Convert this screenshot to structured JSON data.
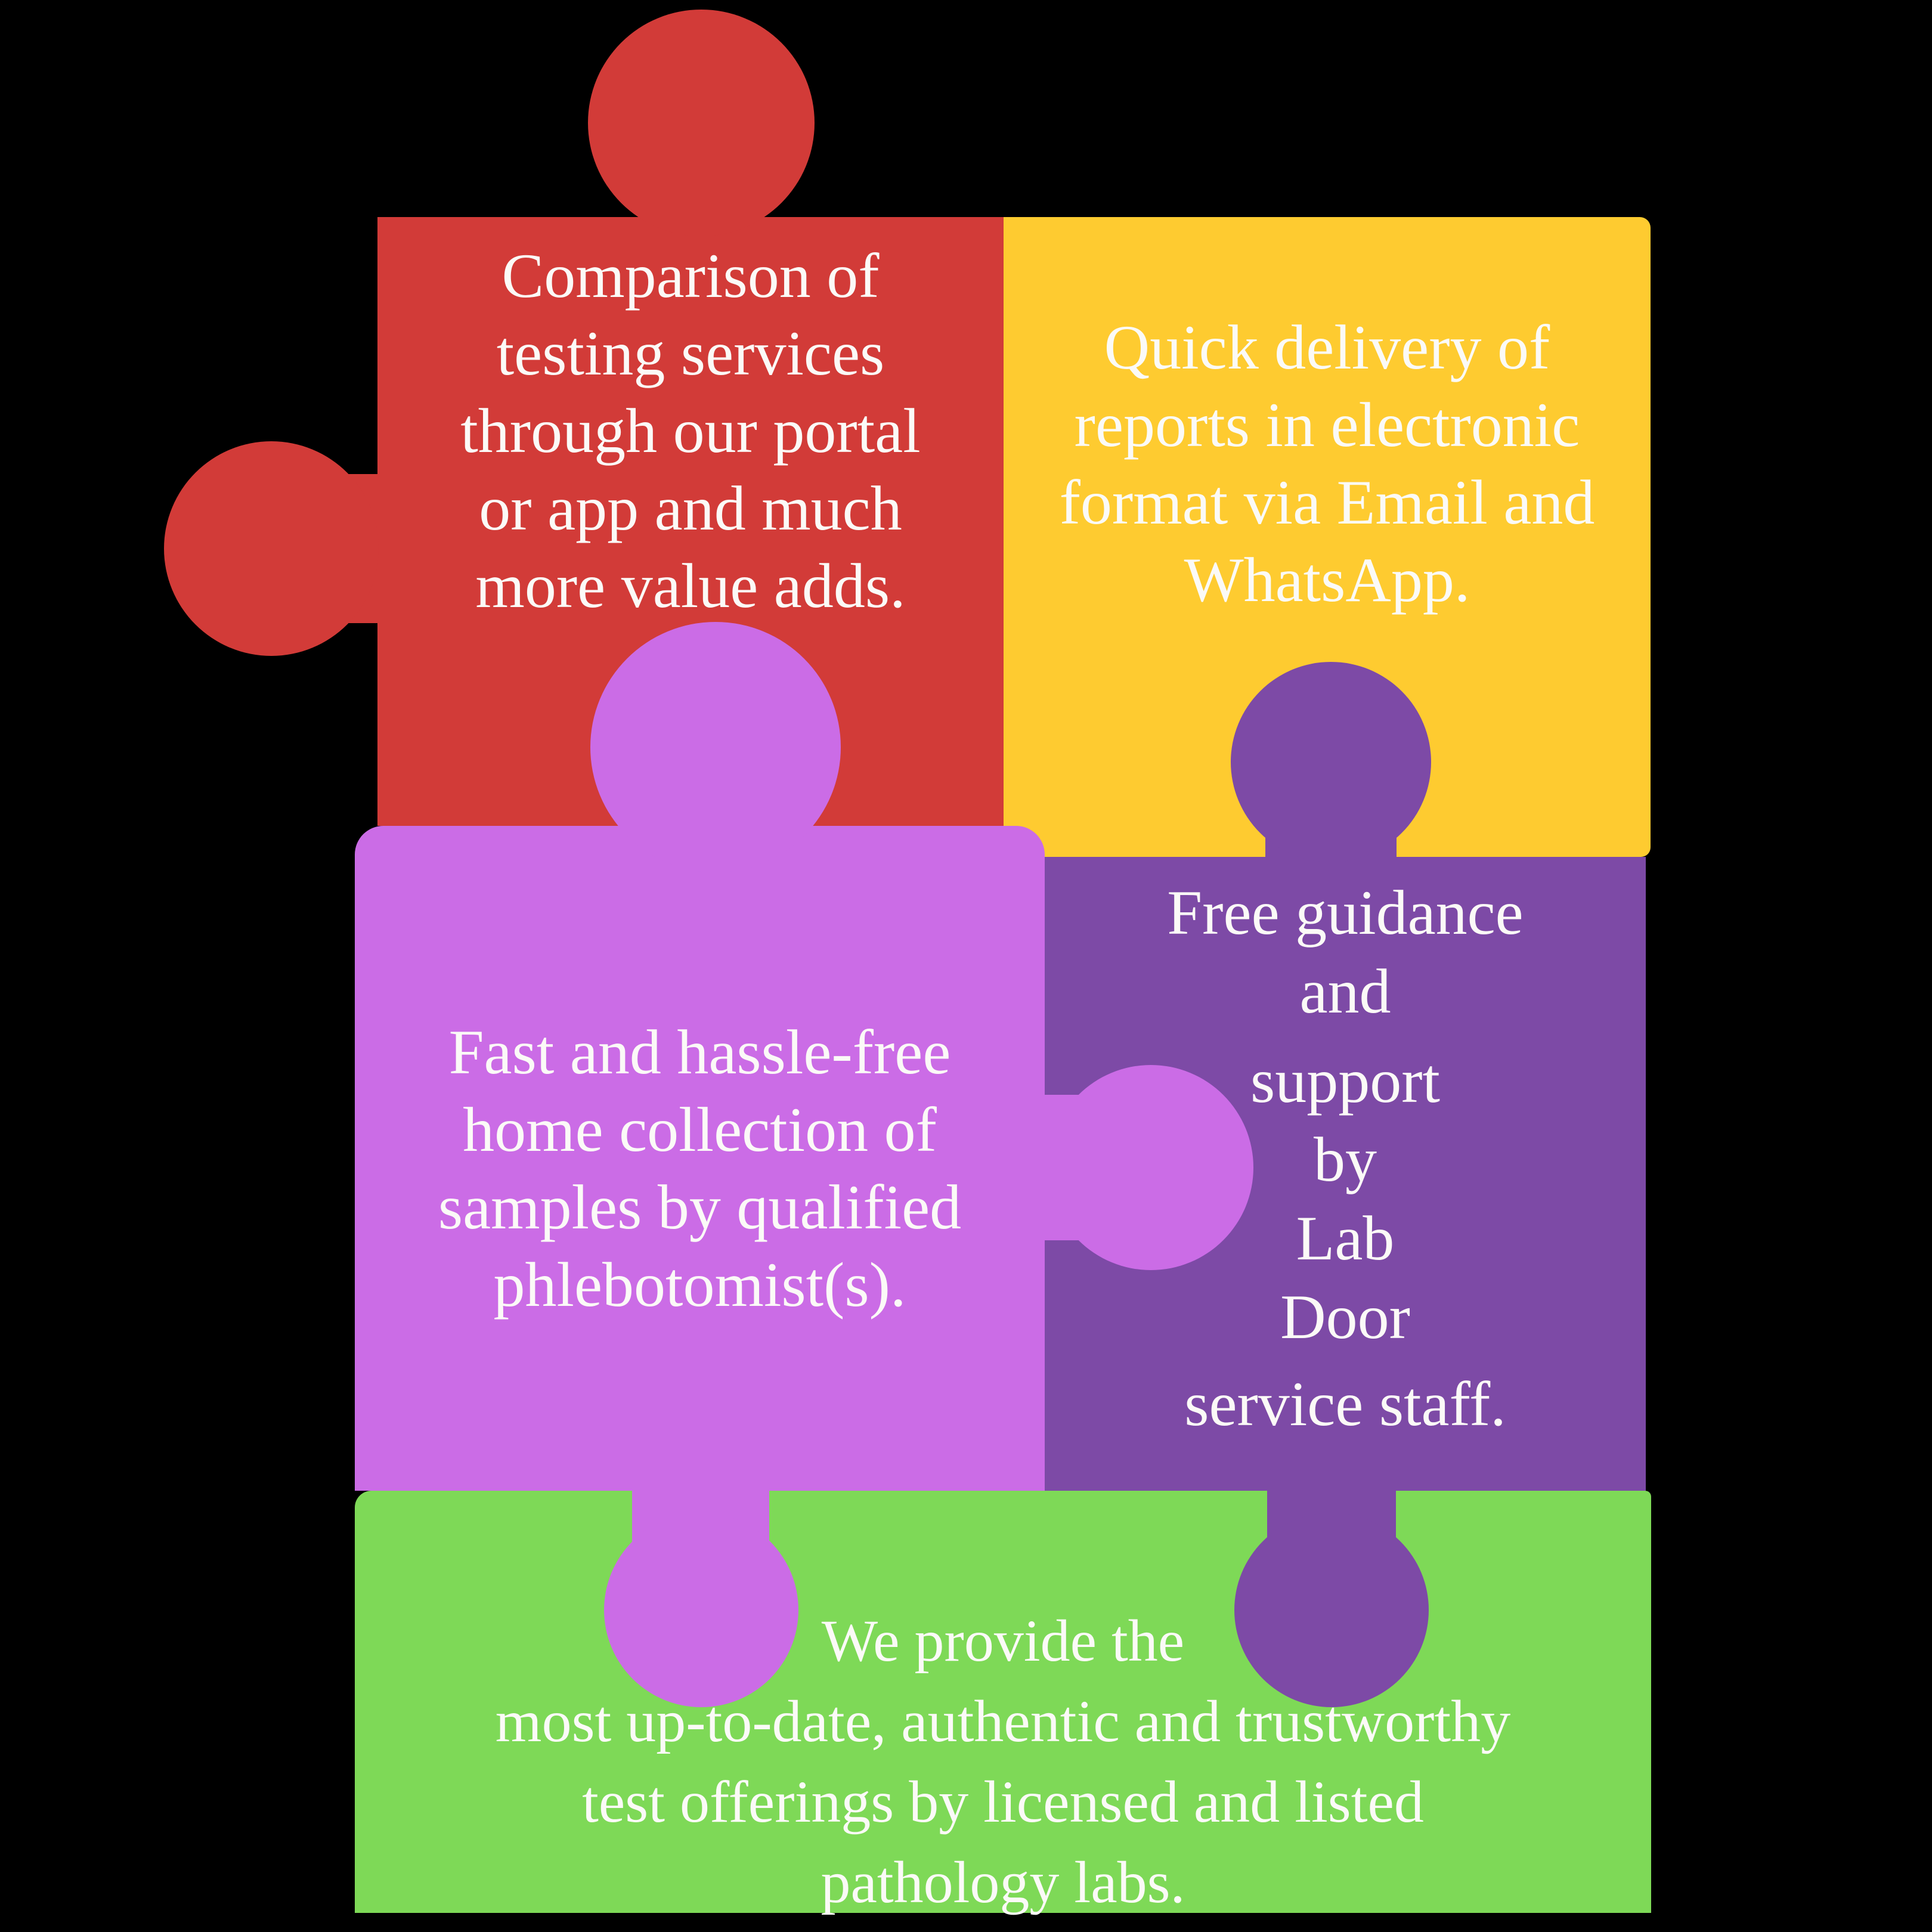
{
  "canvas": {
    "background_color": "#000000",
    "text_color": "#FBFAF7"
  },
  "pieces": {
    "red": {
      "semantic": "comparison-benefit",
      "color": "#D23B38",
      "lines": [
        "Comparison of",
        "testing services",
        "through our portal",
        "or app and much",
        "more value adds."
      ]
    },
    "yellow": {
      "semantic": "report-delivery-benefit",
      "color": "#FECB30",
      "lines": [
        "Quick delivery of",
        "reports in electronic",
        "format via Email and",
        "WhatsApp."
      ]
    },
    "pink": {
      "semantic": "home-collection-benefit",
      "color": "#CB6CE6",
      "lines": [
        "Fast and hassle-free",
        "home collection of",
        "samples by qualified",
        "phlebotomist(s)."
      ]
    },
    "purple": {
      "semantic": "guidance-support-benefit",
      "color": "#7D4AA6",
      "lines": [
        "Free guidance",
        "and",
        "support",
        "by",
        "Lab",
        "Door",
        "service staff."
      ]
    },
    "green": {
      "semantic": "trustworthy-tests-benefit",
      "color": "#7ED957",
      "lines": [
        "We provide the",
        "most up-to-date, authentic and trustworthy",
        "test offerings by licensed and listed",
        "pathology labs."
      ]
    }
  }
}
